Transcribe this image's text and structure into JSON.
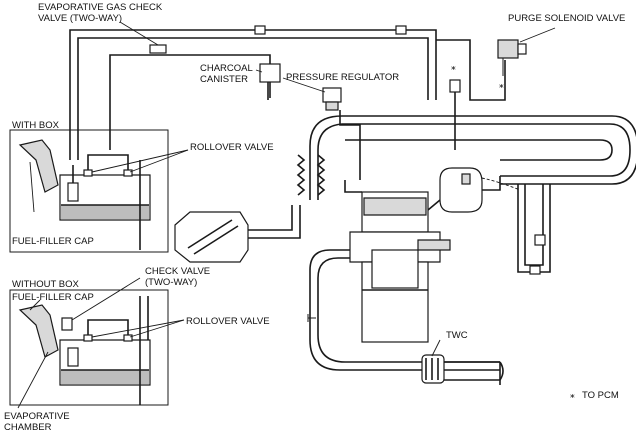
{
  "labels": {
    "evap_check_valve_line1": "EVAPORATIVE GAS CHECK",
    "evap_check_valve_line2": "VALVE (TWO-WAY)",
    "purge_solenoid_valve": "PURGE SOLENOID VALVE",
    "charcoal_canister_line1": "CHARCOAL",
    "charcoal_canister_line2": "CANISTER",
    "pressure_regulator": "PRESSURE REGULATOR",
    "with_box": "WITH BOX",
    "rollover_valve_top": "ROLLOVER VALVE",
    "fuel_filler_cap_top": "FUEL-FILLER CAP",
    "without_box": "WITHOUT BOX",
    "fuel_filler_cap_bottom": "FUEL-FILLER CAP",
    "check_valve_line1": "CHECK VALVE",
    "check_valve_line2": "(TWO-WAY)",
    "rollover_valve_bottom": "ROLLOVER VALVE",
    "evaporative_chamber_line1": "EVAPORATIVE",
    "evaporative_chamber_line2": "CHAMBER",
    "twc": "TWC",
    "to_pcm_marker": "⁎",
    "to_pcm_marker_top": "⁎",
    "to_pcm_marker_solenoid": "⁎",
    "to_pcm": "TO PCM"
  }
}
